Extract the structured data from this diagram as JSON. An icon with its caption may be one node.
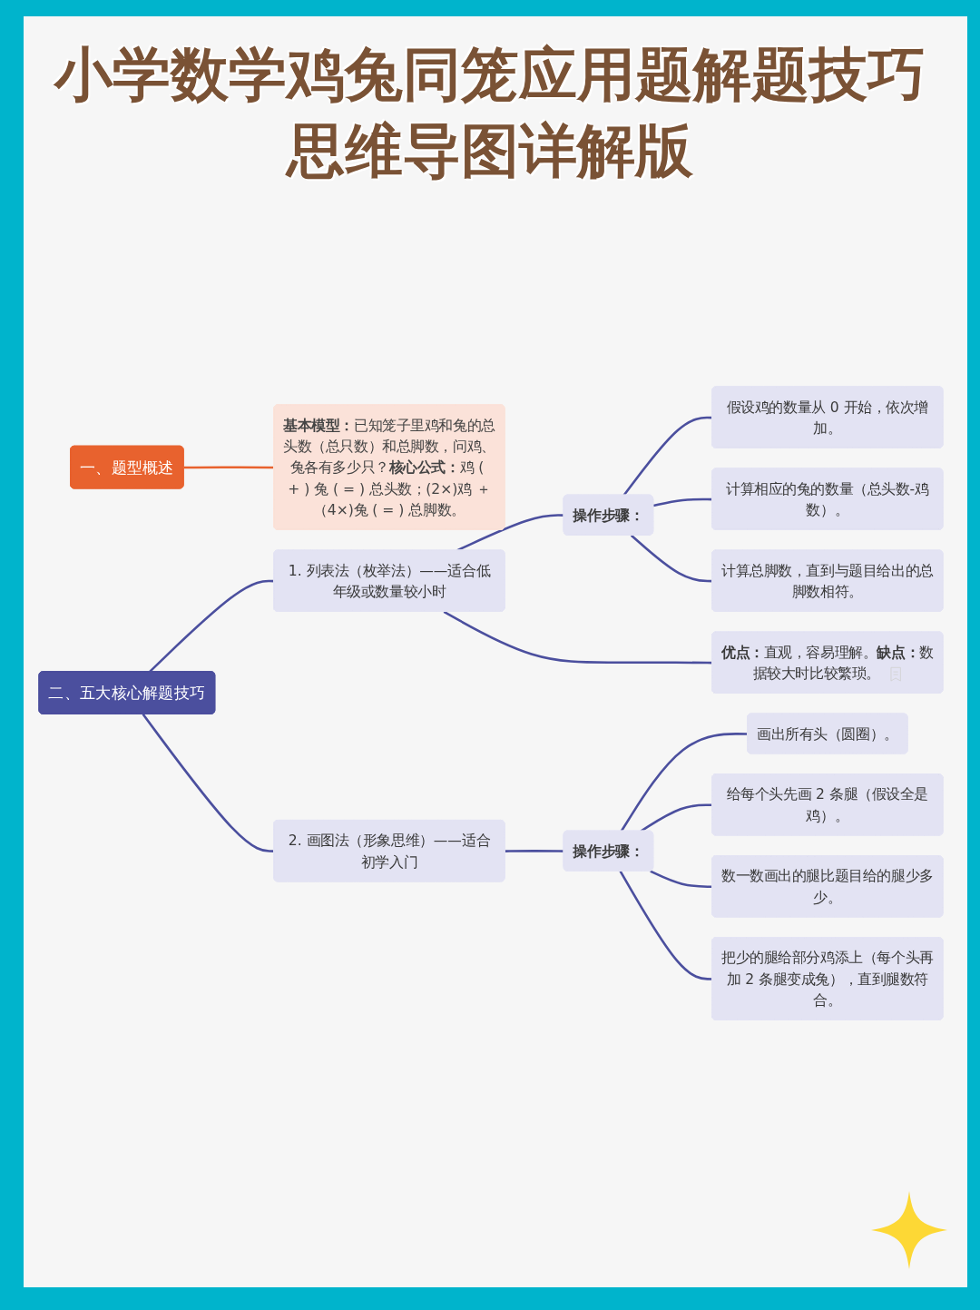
{
  "diagram": {
    "title": "小学数学鸡兔同笼应用题解题技巧思维导图详解版",
    "nodes": [
      {
        "text": [
          "一、题型概述"
        ]
      },
      {
        "text": [
          "**基本模型：**已知笼子里鸡和兔的总头数（总只数）和总脚数，问鸡、兔各有多少只？**核心公式：**鸡 ( + ) 兔 ( = ) 总头数；(2×)鸡 ＋（4×)兔 ( = ) 总脚数。"
        ]
      },
      {
        "text": [
          "二、五大核心解题技巧"
        ]
      },
      {
        "text": [
          "1. 列表法（枚举法）——适合低年级或数量较小时"
        ]
      },
      {
        "text": [
          "操作步骤："
        ]
      },
      {
        "text": [
          "假设鸡的数量从 0 开始，依次增加。"
        ]
      },
      {
        "text": [
          "计算相应的兔的数量（总头数-鸡数）。"
        ]
      },
      {
        "text": [
          "计算总脚数，直到与题目给出的总脚数相符。"
        ]
      },
      {
        "text": [
          "**优点：**直观，容易理解。**缺点：**数据较大时比较繁琐。"
        ]
      },
      {
        "text": [
          "2. 画图法（形象思维）——适合初学入门"
        ]
      },
      {
        "text": [
          "操作步骤："
        ]
      },
      {
        "text": [
          "画出所有头（圆圈）。"
        ]
      },
      {
        "text": [
          "给每个头先画 2 条腿（假设全是鸡）。"
        ]
      },
      {
        "text": [
          "数一数画出的腿比题目给的腿少多少。"
        ]
      },
      {
        "text": [
          "把少的腿给部分鸡添上（每个头再加 2 条腿变成兔），直到腿数符合。"
        ]
      }
    ],
    "edges": [
      {
        "from": 0,
        "to": 1,
        "arrow": "none",
        "color": "#e8622e"
      },
      {
        "from": 2,
        "to": 3,
        "arrow": "none"
      },
      {
        "from": 2,
        "to": 9,
        "arrow": "none"
      },
      {
        "from": 3,
        "to": 4,
        "arrow": "none"
      },
      {
        "from": 3,
        "to": 8,
        "arrow": "none"
      },
      {
        "from": 4,
        "to": 5,
        "arrow": "none"
      },
      {
        "from": 4,
        "to": 6,
        "arrow": "none"
      },
      {
        "from": 4,
        "to": 7,
        "arrow": "none"
      },
      {
        "from": 9,
        "to": 10,
        "arrow": "none"
      },
      {
        "from": 10,
        "to": 11,
        "arrow": "none"
      },
      {
        "from": 10,
        "to": 12,
        "arrow": "none"
      },
      {
        "from": 10,
        "to": 13,
        "arrow": "none"
      },
      {
        "from": 10,
        "to": 14,
        "arrow": "none"
      }
    ]
  }
}
